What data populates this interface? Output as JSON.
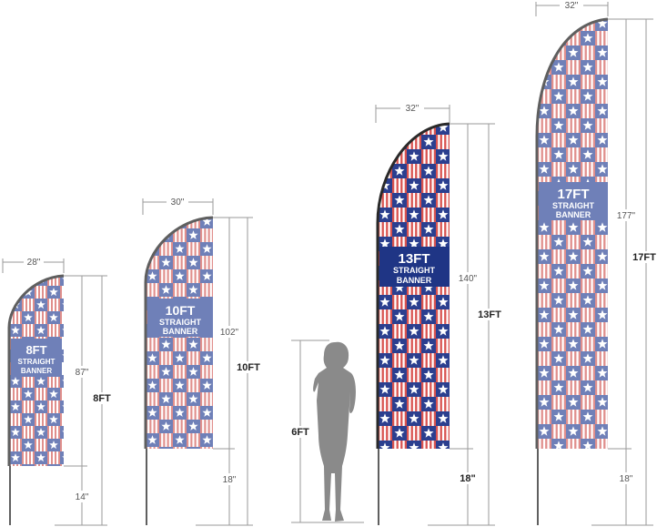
{
  "colors": {
    "navy": "#2b3f8f",
    "faded_blue": "#6f80b8",
    "stripe_red": "#d9534f",
    "faded_red": "#e08f8c",
    "pole": "#5f5f5f",
    "silhouette": "#8a8a8a",
    "dim_line": "#9a9a9a"
  },
  "banners": [
    {
      "id": "8ft",
      "label_size": "8FT",
      "label_type": "STRAIGHT",
      "label_word": "BANNER",
      "width": "28\"",
      "flag_height": "87\"",
      "pole_base": "14\"",
      "total": "8FT",
      "faded": true
    },
    {
      "id": "10ft",
      "label_size": "10FT",
      "label_type": "STRAIGHT",
      "label_word": "BANNER",
      "width": "30\"",
      "flag_height": "102\"",
      "pole_base": "18\"",
      "total": "10FT",
      "faded": true
    },
    {
      "id": "13ft",
      "label_size": "13FT",
      "label_type": "STRAIGHT",
      "label_word": "BANNER",
      "width": "32\"",
      "flag_height": "140\"",
      "pole_base": "18\"",
      "total": "13FT",
      "faded": false
    },
    {
      "id": "17ft",
      "label_size": "17FT",
      "label_type": "STRAIGHT",
      "label_word": "BANNER",
      "width": "32\"",
      "flag_height": "177\"",
      "pole_base": "18\"",
      "total": "17FT",
      "faded": true
    }
  ],
  "person": {
    "height_label": "6FT"
  }
}
